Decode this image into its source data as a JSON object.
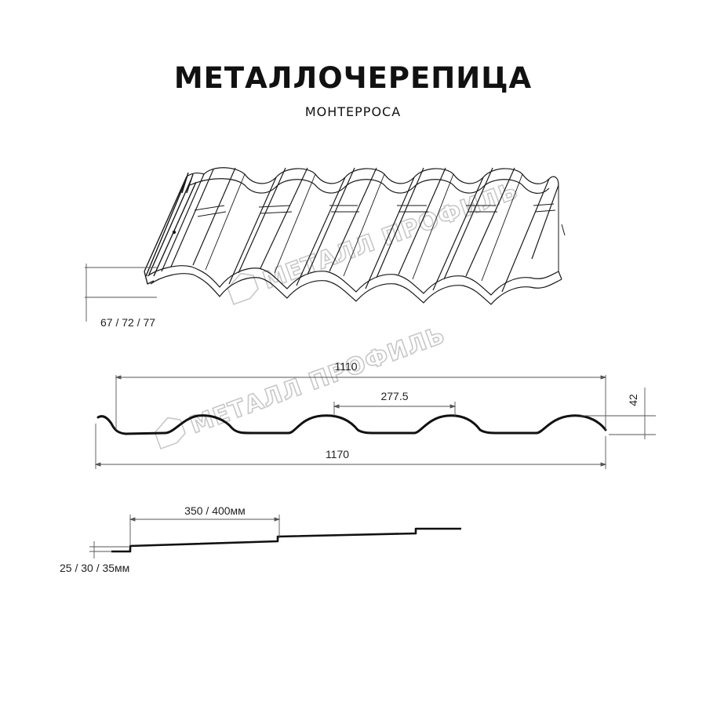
{
  "header": {
    "title": "МЕТАЛЛОЧЕРЕПИЦА",
    "subtitle": "МОНТЕРРОСА"
  },
  "watermark": {
    "text": "МЕТАЛЛ ПРОФИЛЬ"
  },
  "tile_view": {
    "height_label": "67 / 72 / 77"
  },
  "profile_section": {
    "useful_width": "1110",
    "wave_pitch": "277.5",
    "total_width": "1170",
    "wave_height": "42"
  },
  "step_section": {
    "step_length": "350 / 400мм",
    "step_height": "25 / 30 / 35мм"
  },
  "colors": {
    "line": "#1a1a1a",
    "thin_line": "#555555",
    "watermark": "#c8c8c8"
  }
}
